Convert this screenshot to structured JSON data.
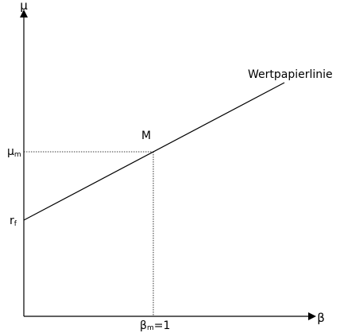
{
  "diagram": {
    "y_axis_label": "μ",
    "x_axis_label": "β",
    "line_label": "Wertpapierlinie",
    "market_point_label": "M",
    "mu_m": {
      "base": "μ",
      "sub": "m"
    },
    "r_f": {
      "base": "r",
      "sub": "f"
    },
    "beta_m": {
      "base": "β",
      "sub": "m",
      "suffix": "=1"
    }
  },
  "colors": {
    "ink": "#000000",
    "background": "#ffffff"
  }
}
